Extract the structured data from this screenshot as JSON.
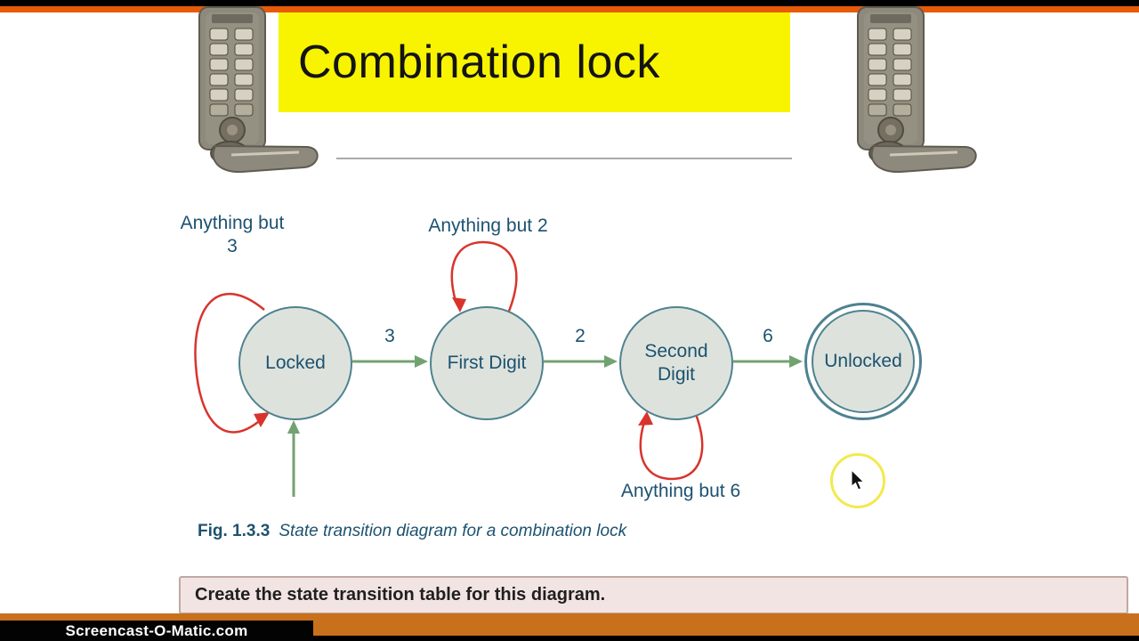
{
  "frame": {
    "watermark": "Screencast-O-Matic.com"
  },
  "slide": {
    "title": "Combination lock",
    "caption": {
      "fig_label": "Fig. 1.3.3",
      "text": "State transition diagram for a combination lock"
    },
    "instruction": "Create the state transition table for this diagram."
  },
  "diagram": {
    "type": "state-transition",
    "labels": {
      "locked": "Locked",
      "first_digit": "First Digit",
      "second_digit": "Second Digit",
      "unlocked": "Unlocked",
      "t_locked_first": "3",
      "t_first_second": "2",
      "t_second_unlocked": "6",
      "loop_locked": "Anything but 3",
      "loop_first": "Anything but 2",
      "loop_second": "Anything but 6"
    },
    "states": [
      {
        "id": "locked",
        "label": "Locked",
        "accepting": false,
        "start": true
      },
      {
        "id": "first_digit",
        "label": "First Digit",
        "accepting": false
      },
      {
        "id": "second_digit",
        "label": "Second Digit",
        "accepting": false
      },
      {
        "id": "unlocked",
        "label": "Unlocked",
        "accepting": true
      }
    ],
    "transitions": [
      {
        "from": "Locked",
        "to": "First Digit",
        "on": "3"
      },
      {
        "from": "First Digit",
        "to": "Second Digit",
        "on": "2"
      },
      {
        "from": "Second Digit",
        "to": "Unlocked",
        "on": "6"
      },
      {
        "from": "Locked",
        "to": "Locked",
        "on": "Anything but 3"
      },
      {
        "from": "First Digit",
        "to": "First Digit",
        "on": "Anything but 2"
      },
      {
        "from": "Second Digit",
        "to": "Second Digit",
        "on": "Anything but 6"
      }
    ],
    "colors": {
      "state_fill": "#dde3dc",
      "state_border": "#4e8290",
      "text_blue": "#1c5270",
      "arrow_green": "#73a271",
      "loop_red": "#d8342c",
      "title_bg": "#f8f400",
      "accent_orange_top": "#e65a08",
      "accent_orange_bottom": "#c9701d",
      "instruction_bg": "#f2e4e2",
      "cursor_halo_yellow": "#f3e94e"
    }
  }
}
